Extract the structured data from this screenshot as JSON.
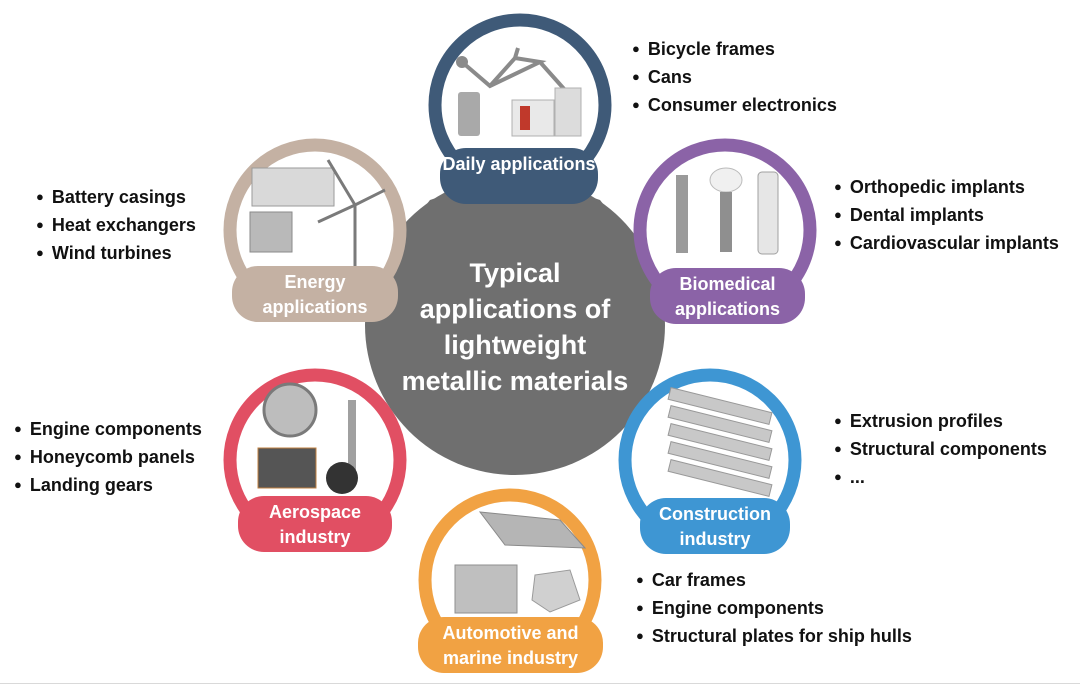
{
  "colors": {
    "center": "#6f6f6f",
    "daily": "#3f5a78",
    "biomedical": "#8b63a7",
    "construction": "#3e96d3",
    "automotive": "#f1a243",
    "aerospace": "#e14f63",
    "energy": "#c4b1a3"
  },
  "center": {
    "title": "Typical applications of lightweight metallic materials"
  },
  "nodes": {
    "daily": {
      "label": "Daily applications",
      "icon": "bicycle-frame-can-electronics-image",
      "items": [
        "Bicycle frames",
        "Cans",
        "Consumer electronics"
      ]
    },
    "biomedical": {
      "label": "Biomedical applications",
      "icon": "implants-image",
      "items": [
        "Orthopedic implants",
        "Dental implants",
        "Cardiovascular implants"
      ]
    },
    "construction": {
      "label": "Construction industry",
      "icon": "extrusion-profiles-image",
      "items": [
        "Extrusion profiles",
        "Structural components",
        "..."
      ]
    },
    "automotive": {
      "label": "Automotive and marine industry",
      "icon": "car-frame-plate-image",
      "items": [
        "Car frames",
        "Engine components",
        "Structural plates for ship hulls"
      ]
    },
    "aerospace": {
      "label": "Aerospace industry",
      "icon": "turbine-landing-gear-image",
      "items": [
        "Engine components",
        "Honeycomb panels",
        "Landing gears"
      ]
    },
    "energy": {
      "label": "Energy applications",
      "icon": "wind-turbine-battery-image",
      "items": [
        "Battery casings",
        "Heat exchangers",
        "Wind turbines"
      ]
    }
  }
}
